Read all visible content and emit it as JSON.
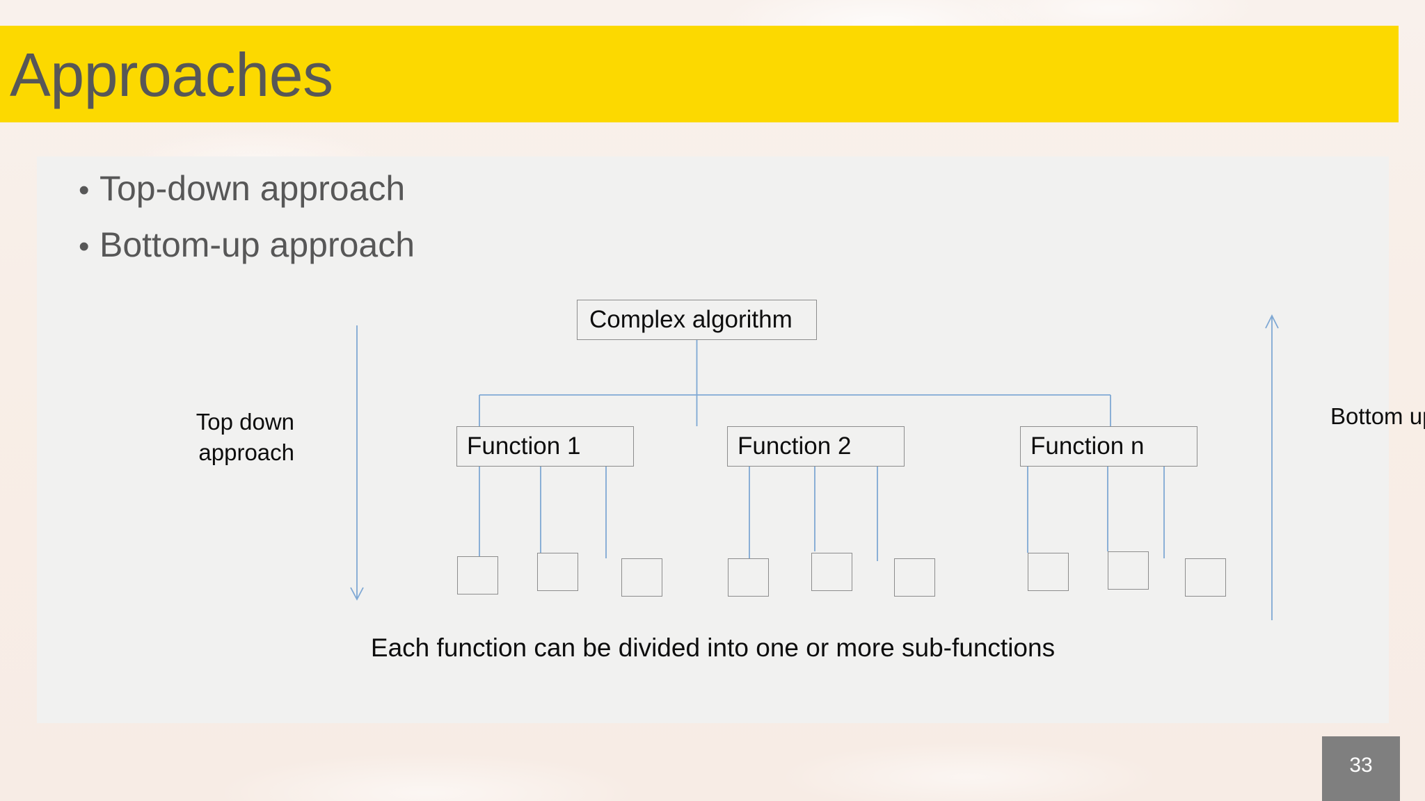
{
  "slide": {
    "title": "Approaches",
    "page_number": "33",
    "colors": {
      "title_band": "#FCD900",
      "title_text": "#575757",
      "background": "#F8EFE9",
      "content_panel": "#F1F1F0",
      "connector": "#7FA8D4",
      "node_border": "#8C8C8C",
      "page_number_box": "#7F7F7F"
    }
  },
  "bullets": [
    {
      "marker": "•",
      "label": "Top-down approach"
    },
    {
      "marker": "•",
      "label": "Bottom-up approach"
    }
  ],
  "diagram": {
    "root": {
      "label": "Complex algorithm"
    },
    "functions": [
      {
        "label": "Function 1"
      },
      {
        "label": "Function 2"
      },
      {
        "label": "Function n"
      }
    ],
    "sub_function_count": 9,
    "side_labels": {
      "left": "Top down approach",
      "right": "Bottom up approach"
    },
    "caption": "Each function can be divided into one or more sub-functions"
  }
}
